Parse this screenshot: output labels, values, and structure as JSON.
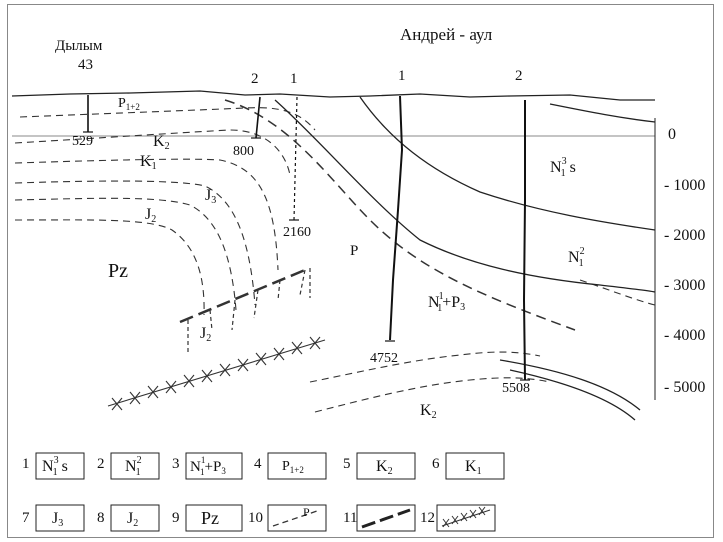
{
  "header": {
    "left_place": "Дылым",
    "left_well": "43",
    "right_place": "Андрей - аул"
  },
  "wells": {
    "w2": "2",
    "w1": "1",
    "wr1": "1",
    "wr2": "2",
    "d529": "529",
    "d800": "800",
    "d2160": "2160",
    "d4752": "4752",
    "d5508": "5508"
  },
  "strata": {
    "p12": "P",
    "p12_sub": "1+2",
    "k2": "K",
    "k2_sub": "2",
    "k1": "K",
    "k1_sub": "1",
    "j3": "J",
    "j3_sub": "3",
    "j2": "J",
    "j2_sub": "2",
    "j2b": "J",
    "j2b_sub": "2",
    "pz": "Pz",
    "p": "P",
    "n1p3": "N",
    "n1p3_sup": "1",
    "n1p3_sub": "1",
    "n1p3_rest": "+P",
    "n1p3_rest_sub": "3",
    "n13s": "N",
    "n13s_sup": "3",
    "n13s_sub": "1",
    "n13s_rest": " s",
    "n12": "N",
    "n12_sup": "2",
    "n12_sub": "1",
    "k2b": "K",
    "k2b_sub": "2"
  },
  "depth_scale": [
    "0",
    "- 1000",
    "- 2000",
    "- 3000",
    "- 4000",
    "- 5000"
  ],
  "legend": [
    {
      "num": "1",
      "main": "N",
      "sup": "3",
      "sub": "1",
      "rest": " s"
    },
    {
      "num": "2",
      "main": "N",
      "sup": "2",
      "sub": "1"
    },
    {
      "num": "3",
      "main": "N",
      "sup": "1",
      "sub": "1",
      "rest": "+P",
      "rest_sub": "3"
    },
    {
      "num": "4",
      "main": "P",
      "sub": "1+2"
    },
    {
      "num": "5",
      "main": "K",
      "sub": "2"
    },
    {
      "num": "6",
      "main": "K",
      "sub": "1"
    },
    {
      "num": "7",
      "main": "J",
      "sub": "3"
    },
    {
      "num": "8",
      "main": "J",
      "sub": "2"
    },
    {
      "num": "9",
      "main": "Pz"
    },
    {
      "num": "10",
      "main": "P"
    },
    {
      "num": "11"
    },
    {
      "num": "12"
    }
  ]
}
